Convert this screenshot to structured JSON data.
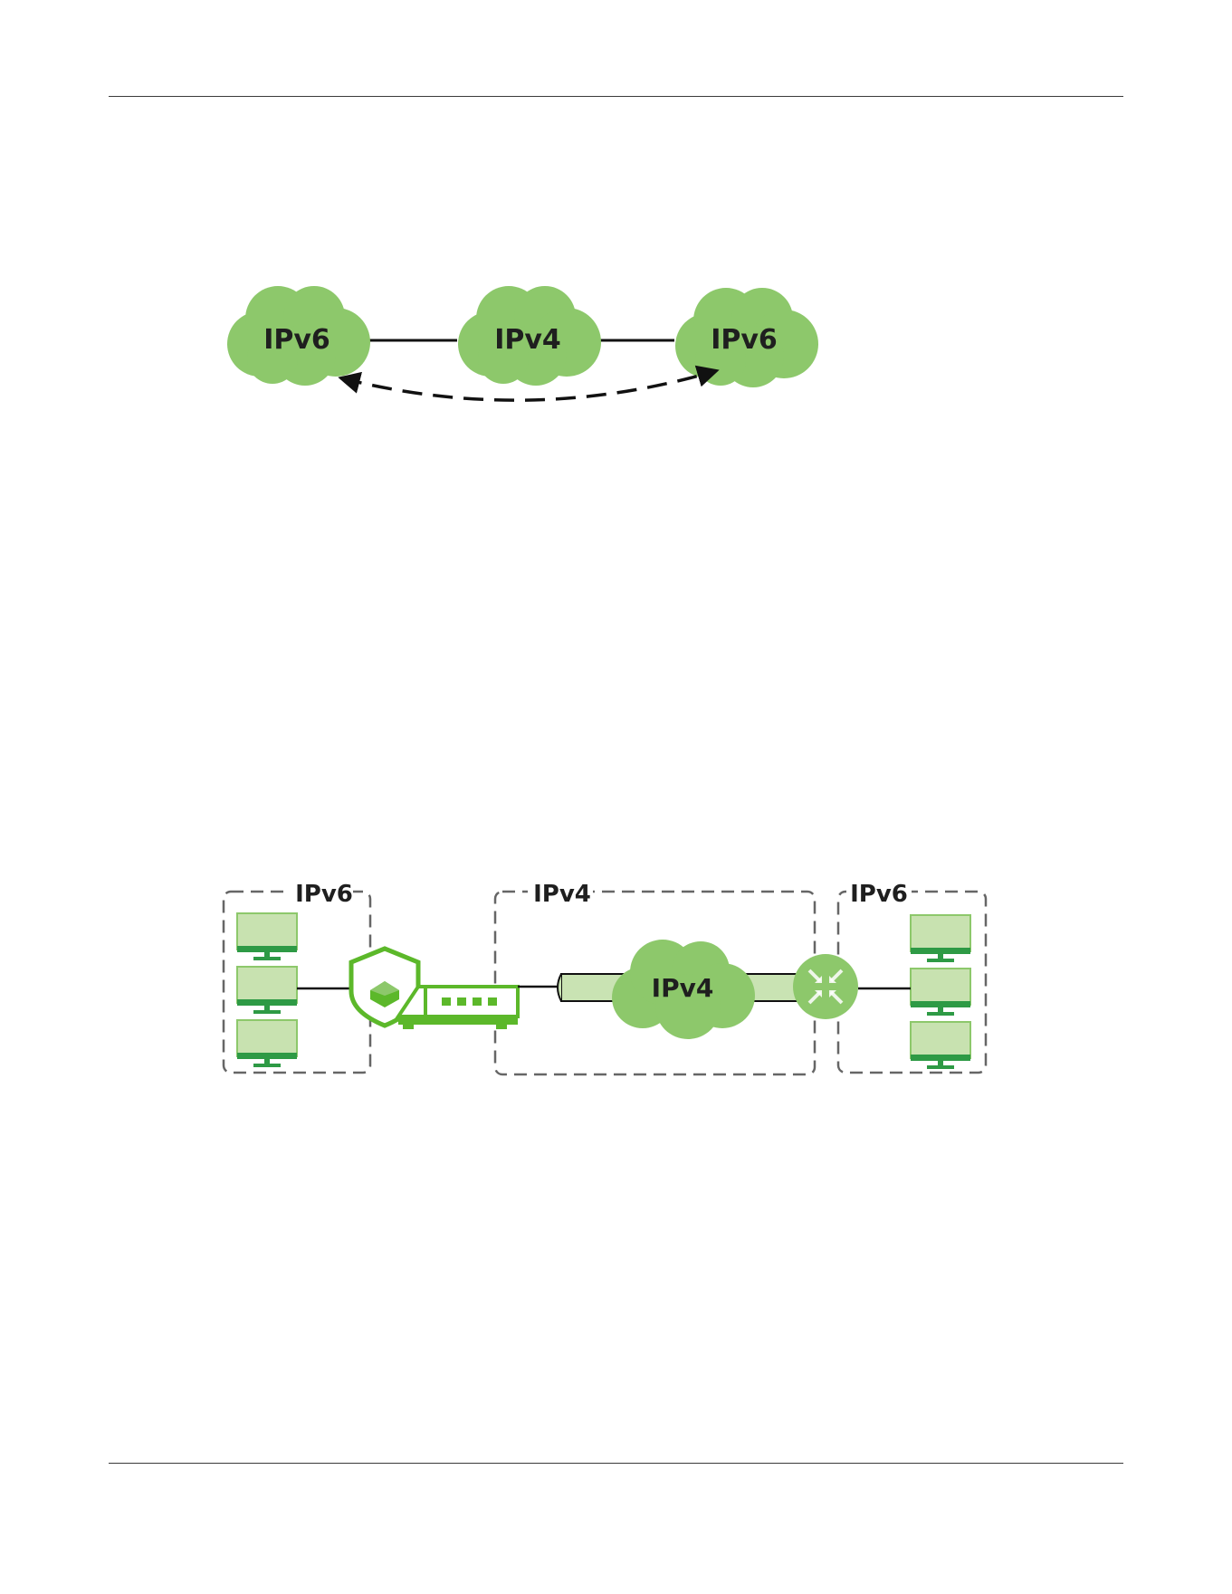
{
  "colors": {
    "cloud": "#8dc86b",
    "tunnel": "#c9e3b3",
    "monitor_screen": "#c8e2b0",
    "monitor_frame": "#2e9a45",
    "device_green": "#5cb82a",
    "router": "#8dc86b",
    "line": "#111111",
    "dashed_box": "#666666"
  },
  "diagram1": {
    "clouds": [
      {
        "id": "left",
        "label": "IPv6"
      },
      {
        "id": "middle",
        "label": "IPv4"
      },
      {
        "id": "right",
        "label": "IPv6"
      }
    ],
    "arrow": {
      "style": "dashed",
      "direction": "bidirectional",
      "between": [
        "left",
        "right"
      ]
    }
  },
  "diagram2": {
    "zones": [
      {
        "id": "left",
        "label": "IPv6",
        "monitors": 3
      },
      {
        "id": "middle",
        "label": "IPv4"
      },
      {
        "id": "right",
        "label": "IPv6",
        "monitors": 3
      }
    ],
    "cloud_label": "IPv4",
    "icons": [
      "monitor-icon",
      "shield-icon",
      "switch-icon",
      "tunnel",
      "cloud-icon",
      "router-icon"
    ]
  }
}
